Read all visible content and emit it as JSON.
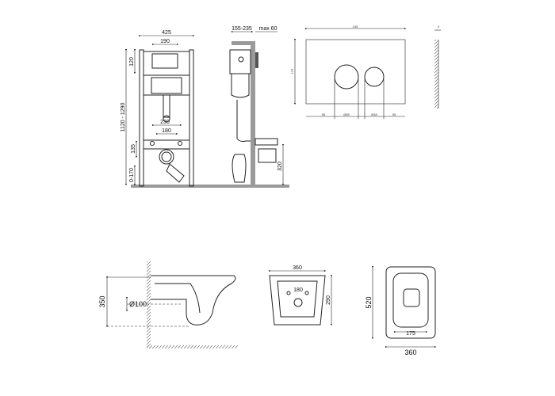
{
  "frame_front": {
    "width": "425",
    "plate_width": "190",
    "top_height": "120",
    "height_range": "1120 - 1290",
    "bolt_spacing_outer": "230",
    "bolt_spacing_inner": "180",
    "bolt_height": "135",
    "foot_range": "0-170"
  },
  "frame_side": {
    "depth_range": "155-235",
    "wall_max": "max 60",
    "outlet_height": "320"
  },
  "flush_plate": {
    "width": "245",
    "height": "175",
    "thickness": "4",
    "margin_left": "55",
    "button_large": "Ø65",
    "button_small": "Ø48",
    "margin_right": "55"
  },
  "bowl_side": {
    "height": "350",
    "outlet_diameter": "Ø100"
  },
  "bowl_back": {
    "width": "360",
    "bolt_spacing": "180",
    "depth": "290"
  },
  "bowl_top": {
    "length": "520",
    "inner_width": "175",
    "width": "360"
  }
}
